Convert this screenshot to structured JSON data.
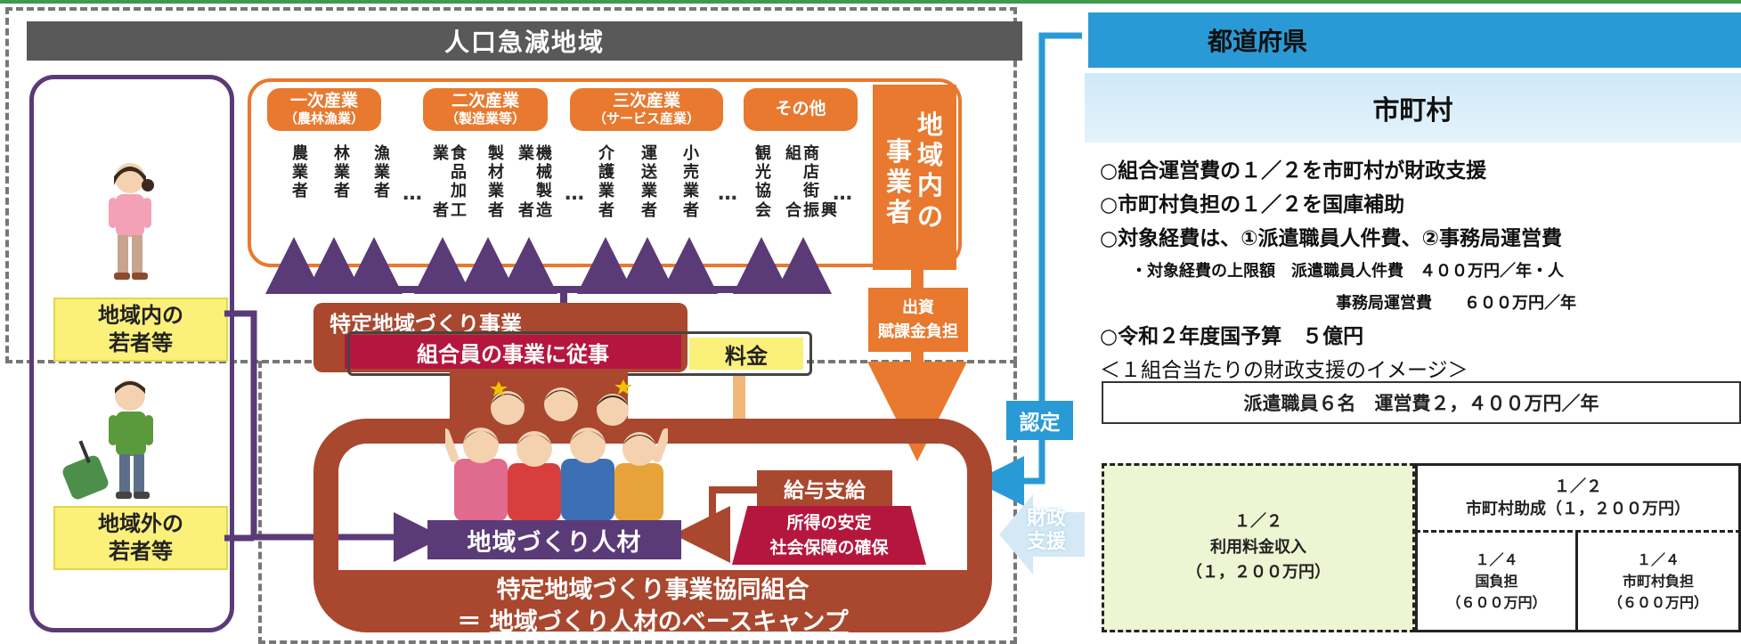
{
  "region": {
    "title": "人口急減地域"
  },
  "prefecture": {
    "title": "都道府県"
  },
  "municipality": {
    "title": "市町村",
    "lines": [
      "○組合運営費の１／２を市町村が財政支援",
      "○市町村負担の１／２を国庫補助",
      "○対象経費は、①派遣職員人件費、②事務局運営費"
    ],
    "cap_row1": "・対象経費の上限額　派遣職員人件費　４００万円／年・人",
    "cap_row2": "事務局運営費　　６００万円／年",
    "budget": "○令和２年度国予算　５億円",
    "image_title": "＜１組合当たりの財政支援のイメージ＞",
    "summary_box": "派遣職員６名　運営費２，４００万円／年"
  },
  "funding": {
    "fee": {
      "fraction": "１／２",
      "label": "利用料金収入",
      "amount": "（１，２００万円）"
    },
    "muni_grant": {
      "fraction": "１／２",
      "label": "市町村助成（１，２００万円）"
    },
    "national": {
      "fraction": "１／４",
      "label": "国負担",
      "amount": "（６００万円）"
    },
    "muni_burden": {
      "fraction": "１／４",
      "label": "市町村負担",
      "amount": "（６００万円）"
    }
  },
  "industries": [
    {
      "main": "一次産業",
      "sub": "（農林漁業）"
    },
    {
      "main": "二次産業",
      "sub": "（製造業等）"
    },
    {
      "main": "三次産業",
      "sub": "（サービス産業）"
    },
    {
      "main": "その他",
      "sub": ""
    }
  ],
  "businesses": [
    [
      "農",
      "業",
      "者"
    ],
    [
      "林",
      "業",
      "者"
    ],
    [
      "漁",
      "業",
      "者"
    ],
    [
      "食",
      "品",
      "加",
      "工",
      "業",
      "者"
    ],
    [
      "製",
      "材",
      "業",
      "者"
    ],
    [
      "機",
      "械",
      "製",
      "造",
      "業",
      "者"
    ],
    [
      "介",
      "護",
      "業",
      "者"
    ],
    [
      "運",
      "送",
      "業",
      "者"
    ],
    [
      "小",
      "売",
      "業",
      "者"
    ],
    [
      "観",
      "光",
      "協",
      "会"
    ],
    [
      "商",
      "店",
      "街",
      "振",
      "興",
      "組",
      "合"
    ]
  ],
  "ellipsis": "…",
  "local_business": [
    "地",
    "域",
    "内",
    "の",
    "事",
    "業",
    "者"
  ],
  "investment": "出資\n賦課金負担",
  "youth_inside": "地域内の\n若者等",
  "youth_outside": "地域外の\n若者等",
  "project": {
    "title": "特定地域づくり事業",
    "subtitle": "組合員の事業に従事"
  },
  "fee_label": "料金",
  "certify": "認定",
  "fiscal_support": "財政\n支援",
  "talent": "地域づくり人材",
  "salary": {
    "title": "給与支給",
    "text": "所得の安定\n社会保障の確保"
  },
  "coop": {
    "name": "特定地域づくり事業協同組合",
    "equals": "＝",
    "tagline": "地域づくり人材のベースキャンプ"
  },
  "colors": {
    "orange": "#e8792f",
    "brown": "#a9472f",
    "purple": "#5b3a78",
    "blue": "#2a9ad6",
    "crimson": "#b5163e",
    "yellow": "#fbf07a"
  }
}
